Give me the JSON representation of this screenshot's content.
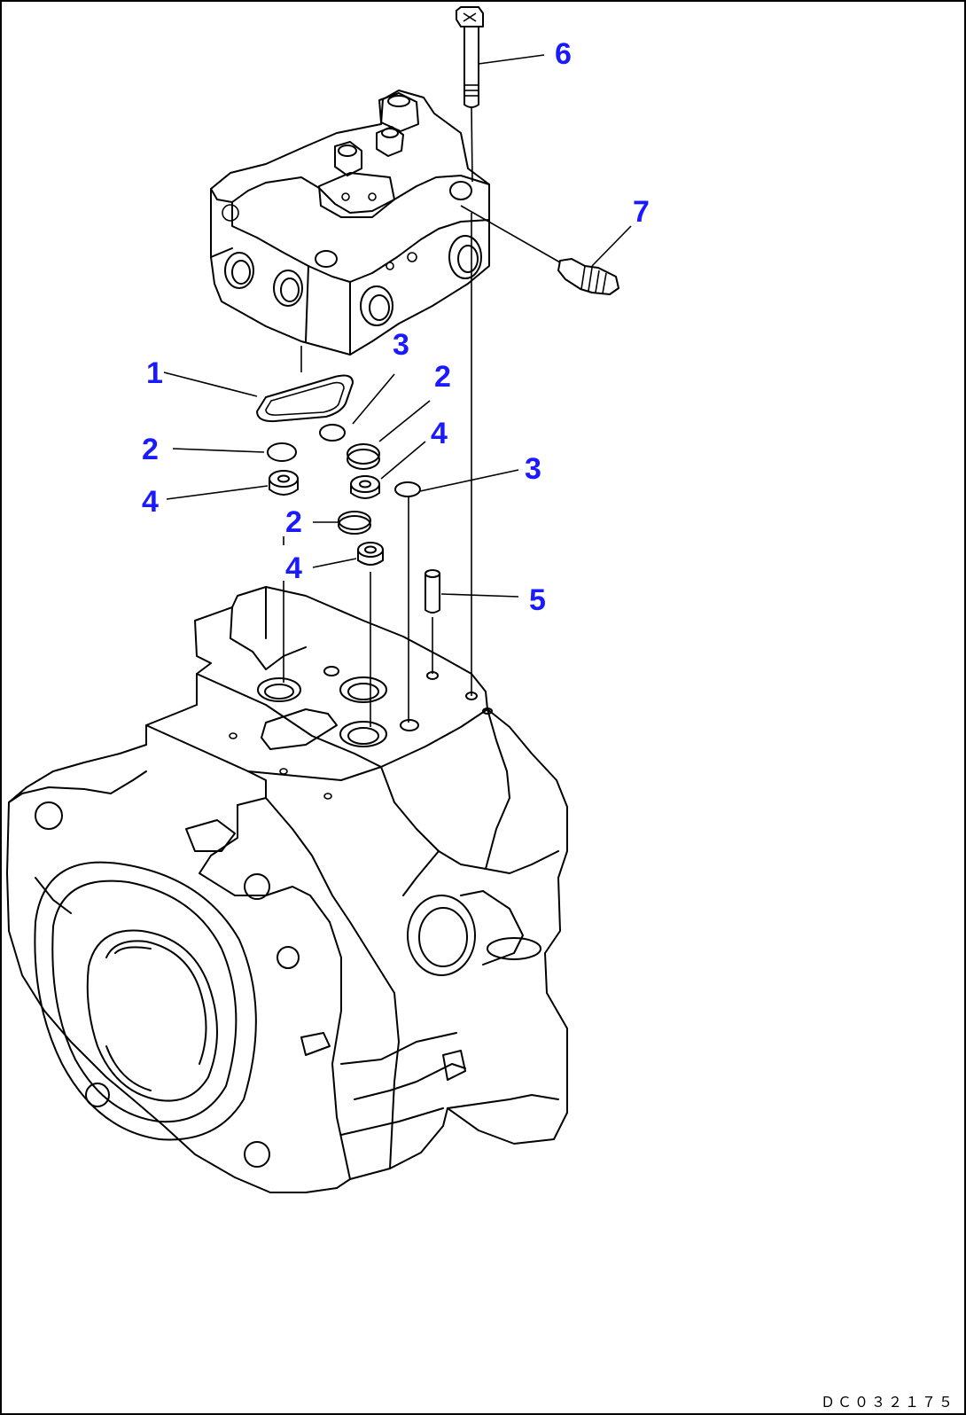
{
  "diagram": {
    "callouts": [
      {
        "id": "c6a",
        "label": "6"
      },
      {
        "id": "c7a",
        "label": "7"
      },
      {
        "id": "c3a",
        "label": "3"
      },
      {
        "id": "c1a",
        "label": "1"
      },
      {
        "id": "c2a",
        "label": "2"
      },
      {
        "id": "c2b",
        "label": "2"
      },
      {
        "id": "c4a",
        "label": "4"
      },
      {
        "id": "c4b",
        "label": "4"
      },
      {
        "id": "c3b",
        "label": "3"
      },
      {
        "id": "c2c",
        "label": "2"
      },
      {
        "id": "c4c",
        "label": "4"
      },
      {
        "id": "c5a",
        "label": "5"
      }
    ],
    "drawing_code": "ＤＣ０３２１７５",
    "colors": {
      "callout": "#1a1aff",
      "line": "#000000",
      "background": "#ffffff"
    }
  }
}
